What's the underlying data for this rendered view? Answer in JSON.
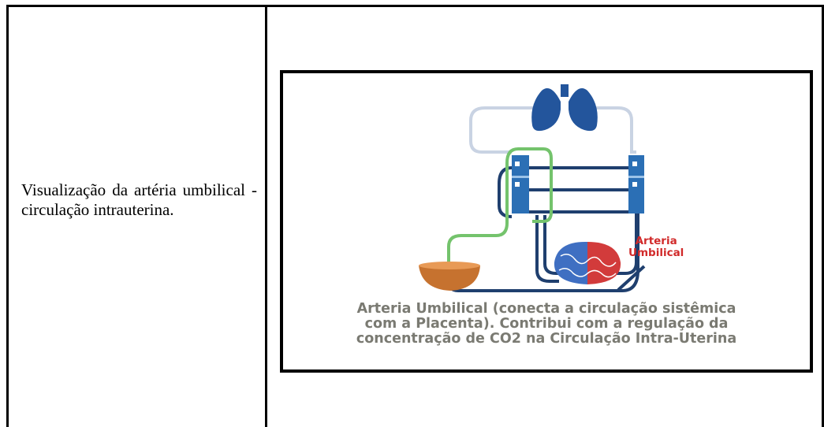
{
  "caption": "Visualização da artéria umbilical - circulação intrauterina.",
  "figure": {
    "label_line1": "Arteria",
    "label_line2": "Umbilical",
    "caption_line1": "Arteria Umbilical (conecta a circulação sistêmica",
    "caption_line2": "com a Placenta). Contribui com a regulação da",
    "caption_line3": "concentração de CO2 na Circulação Intra-Uterina",
    "colors": {
      "vessel": "#1f3f6e",
      "oxygenated": "#74c36c",
      "lungs": "#23559c",
      "heart": "#2b6fb5",
      "placenta_red": "#d23b3b",
      "placenta_blue": "#3f6fc2",
      "bowl": "#c6722f",
      "caption_text": "#7a7a72",
      "label_text": "#d12a2a"
    }
  }
}
